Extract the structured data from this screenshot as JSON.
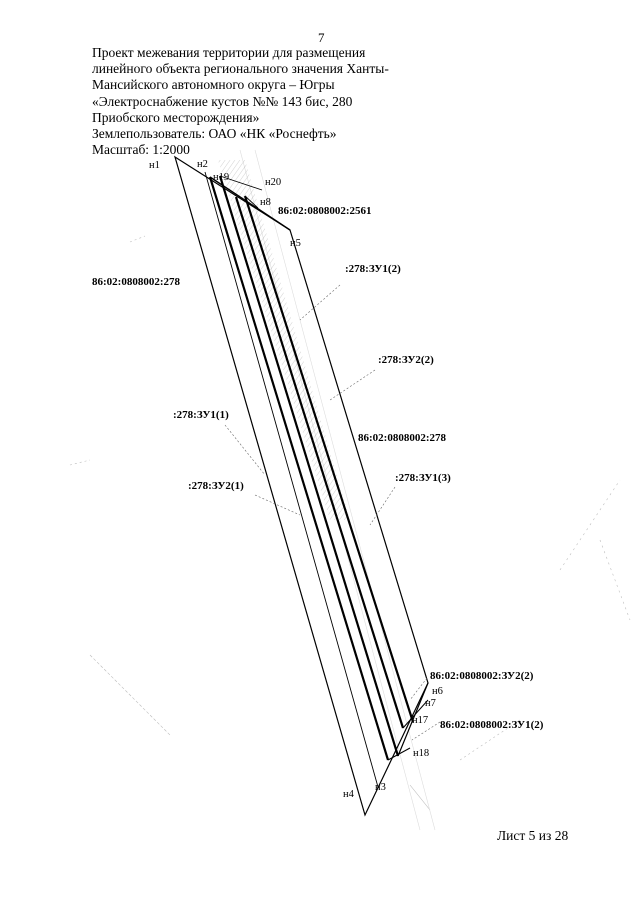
{
  "page_number": "7",
  "header": {
    "lines": [
      "Проект межевания территории для размещения",
      "линейного объекта регионального значения Ханты-",
      "Мансийского автономного округа – Югры",
      "«Электроснабжение кустов №№ 143 бис, 280",
      "Приобского месторождения»"
    ],
    "land_user": "Землепользователь: ОАО «НК «Роснефть»",
    "scale": "Масштаб: 1:2000"
  },
  "map": {
    "parcel_labels": {
      "p2561": "86:02:0808002:2561",
      "p278_left": "86:02:0808002:278",
      "zu1_2": ":278:ЗУ1(2)",
      "zu2_2": ":278:ЗУ2(2)",
      "zu1_1": ":278:ЗУ1(1)",
      "p278_right": "86:02:0808002:278",
      "zu1_3": ":278:ЗУ1(3)",
      "zu2_1": ":278:ЗУ2(1)",
      "zu2_2_full": "86:02:0808002:ЗУ2(2)",
      "zu1_2_full": "86:02:0808002:ЗУ1(2)"
    },
    "points": {
      "n1": "н1",
      "n2": "н2",
      "n19": "н19",
      "n20": "н20",
      "n8": "н8",
      "n5": "н5",
      "n6": "н6",
      "n7": "н7",
      "n17": "н17",
      "n18": "н18",
      "n3": "н3",
      "n4": "н4"
    }
  },
  "footer": "Лист 5 из 28"
}
